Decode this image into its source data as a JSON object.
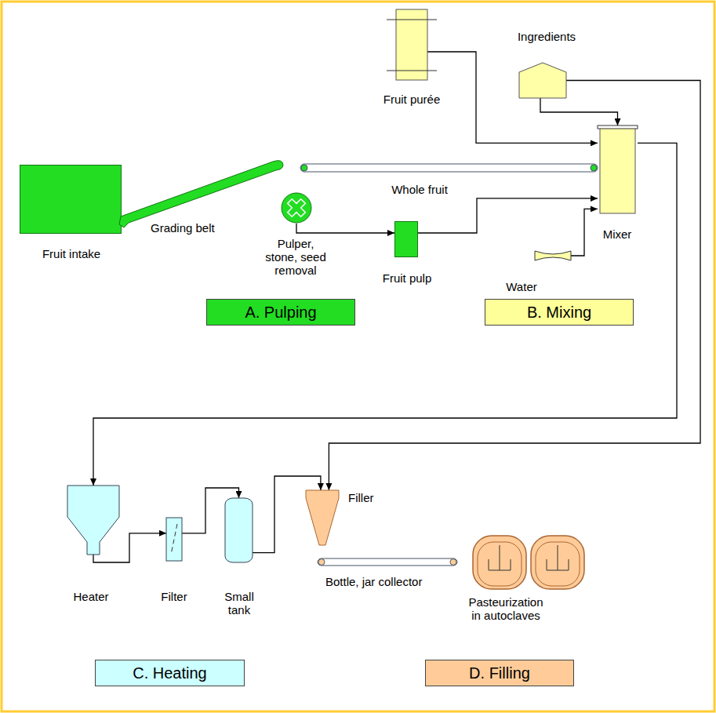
{
  "diagram": {
    "nodes": [
      {
        "text": [
          "Fruit intake"
        ]
      },
      {
        "text": [
          "Grading belt"
        ]
      },
      {
        "text": [
          "Fruit purée"
        ]
      },
      {
        "text": [
          "Ingredients"
        ]
      },
      {
        "text": [
          "Whole fruit"
        ]
      },
      {
        "text": [
          "Pulper, stone, seed removal"
        ]
      },
      {
        "text": [
          "Fruit pulp"
        ]
      },
      {
        "text": [
          "Mixer"
        ]
      },
      {
        "text": [
          "Water"
        ]
      },
      {
        "text": [
          "Heater"
        ]
      },
      {
        "text": [
          "Filter"
        ]
      },
      {
        "text": [
          "Small tank"
        ]
      },
      {
        "text": [
          "Filler"
        ]
      },
      {
        "text": [
          "Bottle, jar collector"
        ]
      },
      {
        "text": [
          "Pasteurization in autoclaves"
        ]
      },
      {
        "text": [
          "A. Pulping"
        ]
      },
      {
        "text": [
          "B. Mixing"
        ]
      },
      {
        "text": [
          "C. Heating"
        ]
      },
      {
        "text": [
          "D. Filling"
        ]
      }
    ],
    "edges": [
      {
        "from": 2,
        "to": 7,
        "arrow": "to"
      },
      {
        "from": 3,
        "to": 7,
        "arrow": "to"
      },
      {
        "from": 3,
        "to": 12,
        "arrow": "to"
      },
      {
        "from": 5,
        "to": 6,
        "arrow": "to"
      },
      {
        "from": 6,
        "to": 7,
        "arrow": "to"
      },
      {
        "from": 8,
        "to": 7,
        "arrow": "to"
      },
      {
        "from": 7,
        "to": 9,
        "arrow": "to"
      },
      {
        "from": 9,
        "to": 10,
        "arrow": "to"
      },
      {
        "from": 10,
        "to": 11,
        "arrow": "to"
      },
      {
        "from": 11,
        "to": 12,
        "arrow": "to"
      }
    ]
  }
}
